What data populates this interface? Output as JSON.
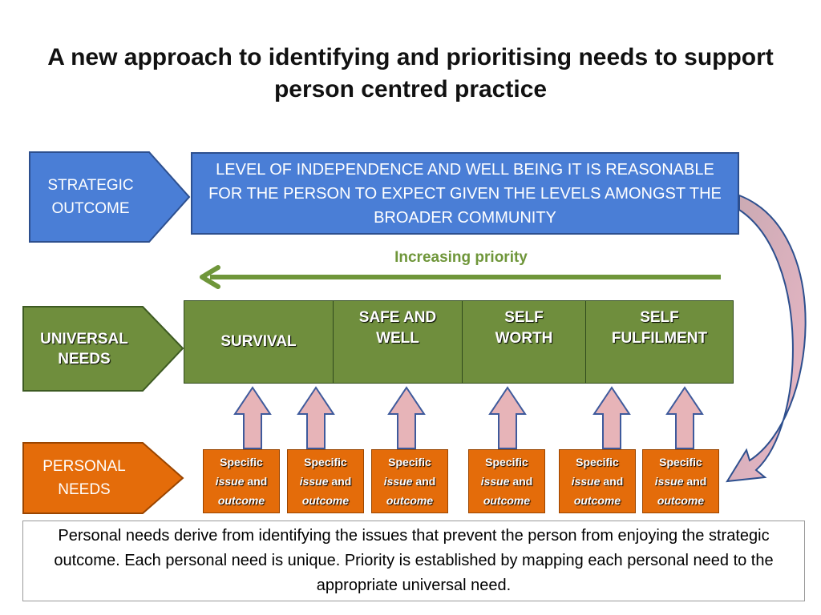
{
  "title": "A new approach to identifying and prioritising needs to support person centred practice",
  "strategic": {
    "label": "STRATEGIC\nOUTCOME",
    "text": "LEVEL OF INDEPENDENCE AND WELL BEING IT IS REASONABLE FOR THE PERSON TO EXPECT GIVEN THE LEVELS AMONGST THE BROADER COMMUNITY",
    "color": "#4a7ed6"
  },
  "priority_label": "Increasing priority",
  "universal": {
    "label": "UNIVERSAL\nNEEDS",
    "color": "#6f8e3d",
    "needs": [
      "SURVIVAL",
      "SAFE AND\nWELL",
      "SELF\nWORTH",
      "SELF\nFULFILMENT"
    ]
  },
  "personal": {
    "label": "PERSONAL\nNEEDS",
    "color": "#e46c0a",
    "issue_line1": "Specific",
    "issue_line2a": "issue",
    "issue_line2b": " and",
    "issue_line3": "outcome"
  },
  "explanation": "Personal needs derive from identifying the issues that prevent the person from enjoying the strategic outcome. Each personal need is unique. Priority is established by mapping each personal need to the appropriate universal need."
}
